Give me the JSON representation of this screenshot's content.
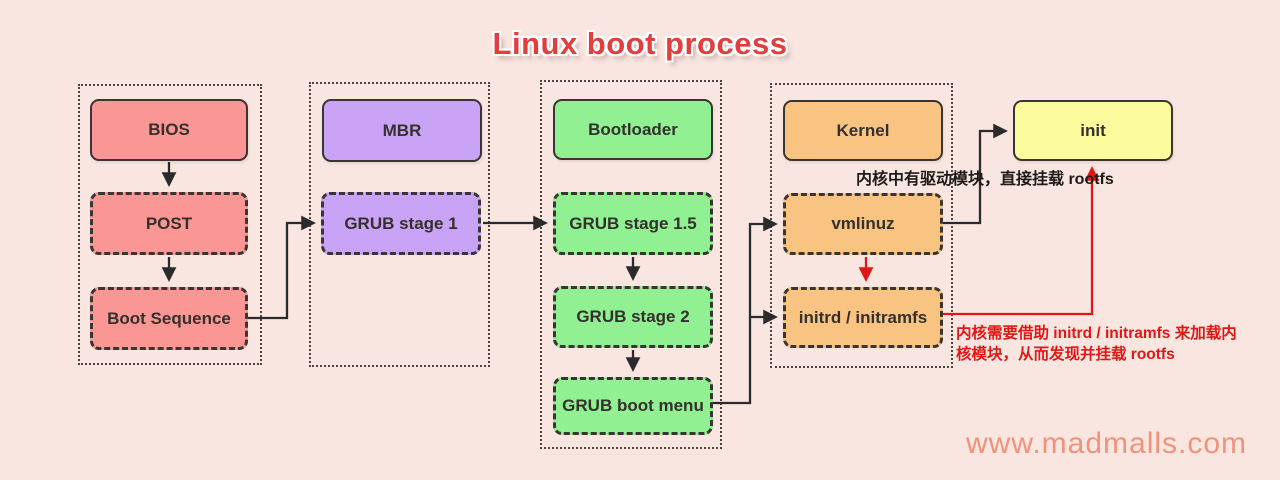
{
  "title": "Linux boot process",
  "watermark": "www.madmalls.com",
  "colors": {
    "background": "#f9e6e0",
    "bios_fill": "#fa9694",
    "mbr_fill": "#c9a3f5",
    "bootloader_fill": "#90f092",
    "kernel_fill": "#f9c481",
    "init_fill": "#fbfb9d",
    "line_black": "#2b2b2b",
    "accent_red": "#e11717",
    "title_red": "#e23e3e",
    "watermark_pink": "#f1927b"
  },
  "groups": [
    {
      "name": "bios-stage",
      "items": [
        {
          "label": "BIOS"
        },
        {
          "label": "POST"
        },
        {
          "label": "Boot Sequence"
        }
      ]
    },
    {
      "name": "mbr-stage",
      "items": [
        {
          "label": "MBR"
        },
        {
          "label": "GRUB stage 1"
        }
      ]
    },
    {
      "name": "bootloader-stage",
      "items": [
        {
          "label": "Bootloader"
        },
        {
          "label": "GRUB stage 1.5"
        },
        {
          "label": "GRUB stage 2"
        },
        {
          "label": "GRUB boot menu"
        }
      ]
    },
    {
      "name": "kernel-stage",
      "items": [
        {
          "label": "Kernel"
        },
        {
          "label": "vmlinuz"
        },
        {
          "label": "initrd / initramfs"
        }
      ]
    }
  ],
  "init_box": {
    "label": "init"
  },
  "annotations": {
    "direct_mount": "内核中有驱动模块，直接挂载 rootfs",
    "initrd_note_line1": "内核需要借助 initrd / initramfs 来加载内",
    "initrd_note_line2": "核模块，从而发现并挂载 rootfs"
  }
}
